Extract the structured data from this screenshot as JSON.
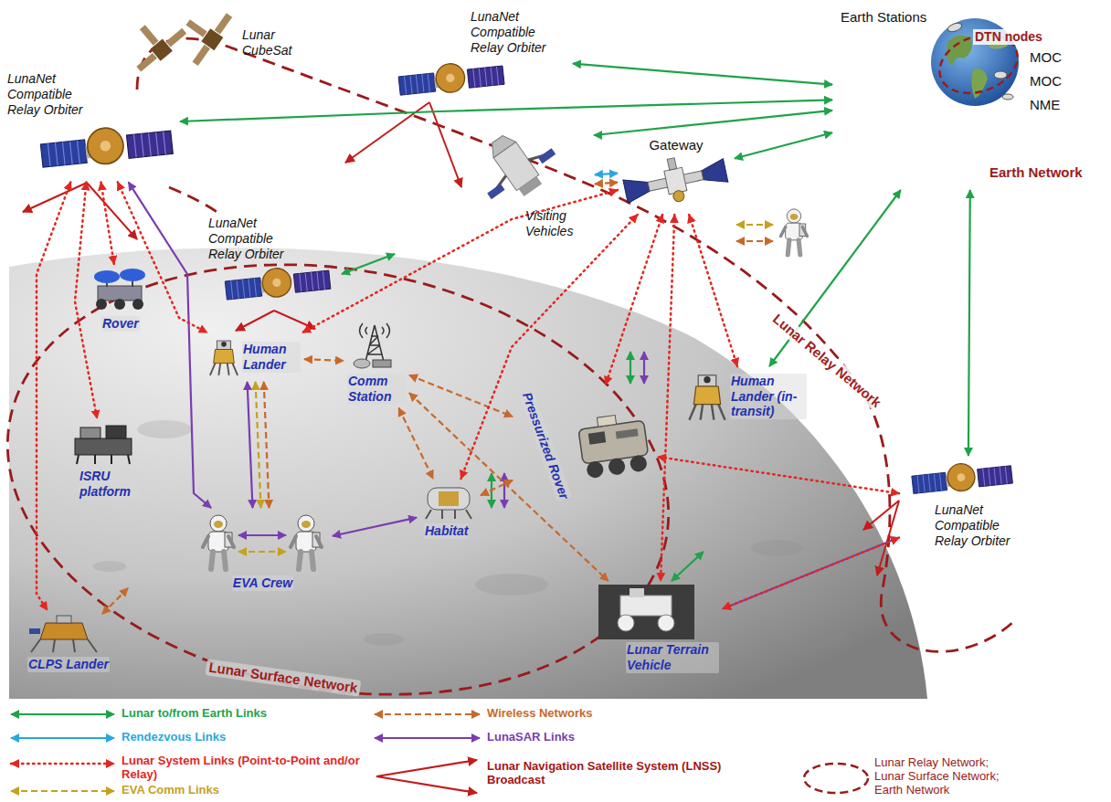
{
  "diagram": {
    "nodes": [
      {
        "text": [
          "Lunar CubeSat"
        ]
      },
      {
        "text": [
          "LunaNet Compatible Relay Orbiter"
        ]
      },
      {
        "text": [
          "LunaNet Compatible Relay Orbiter"
        ]
      },
      {
        "text": [
          "Earth Stations",
          "DTN nodes",
          "MOC",
          "MOC",
          "NME",
          "Earth Network"
        ]
      },
      {
        "text": [
          "Visiting Vehicles"
        ]
      },
      {
        "text": [
          "Gateway"
        ]
      },
      {
        "text": [
          "LunaNet Compatible Relay Orbiter"
        ]
      },
      {
        "text": [
          "Rover"
        ]
      },
      {
        "text": [
          "Human Lander"
        ]
      },
      {
        "text": [
          "Comm Station"
        ]
      },
      {
        "text": [
          "Pressurized Rover"
        ]
      },
      {
        "text": [
          "Human Lander (in-transit)"
        ]
      },
      {
        "text": [
          "ISRU platform"
        ]
      },
      {
        "text": [
          "EVA Crew"
        ]
      },
      {
        "text": [
          "Habitat"
        ]
      },
      {
        "text": [
          "LunaNet Compatible Relay Orbiter"
        ]
      },
      {
        "text": [
          "Lunar Terrain Vehicle"
        ]
      },
      {
        "text": [
          "CLPS Lander"
        ]
      }
    ],
    "edges": [
      {
        "from": 2,
        "to": 3,
        "arrow": "both"
      },
      {
        "from": 1,
        "to": 3,
        "arrow": "both"
      },
      {
        "from": 4,
        "to": 3,
        "arrow": "both"
      },
      {
        "from": 5,
        "to": 3,
        "arrow": "both"
      },
      {
        "from": 3,
        "to": 11,
        "arrow": "both"
      },
      {
        "from": 3,
        "to": 15,
        "arrow": "both"
      },
      {
        "from": 4,
        "to": 5,
        "arrow": "both"
      },
      {
        "from": 4,
        "to": 5,
        "arrow": "both"
      },
      {
        "from": 8,
        "to": 9,
        "arrow": "both"
      },
      {
        "from": 9,
        "to": 10,
        "arrow": "both"
      },
      {
        "from": 9,
        "to": 14,
        "arrow": "both"
      },
      {
        "from": 14,
        "to": 10,
        "arrow": "both"
      },
      {
        "from": 9,
        "to": 16,
        "arrow": "both"
      },
      {
        "from": 8,
        "to": 13,
        "arrow": "both"
      },
      {
        "from": 8,
        "to": 13,
        "arrow": "both"
      },
      {
        "from": 8,
        "to": 13,
        "arrow": "both"
      },
      {
        "from": 1,
        "to": 13,
        "arrow": "both"
      },
      {
        "from": 13,
        "to": 14,
        "arrow": "both"
      },
      {
        "from": 16,
        "to": 15,
        "arrow": "both"
      },
      {
        "from": 1,
        "to": 8,
        "arrow": "both"
      },
      {
        "from": 1,
        "to": 12,
        "arrow": "both"
      },
      {
        "from": 1,
        "to": 17,
        "arrow": "both"
      },
      {
        "from": 1,
        "to": 7,
        "arrow": "both"
      },
      {
        "from": 5,
        "to": 8,
        "arrow": "both"
      },
      {
        "from": 5,
        "to": 14,
        "arrow": "both"
      },
      {
        "from": 5,
        "to": 10,
        "arrow": "both"
      },
      {
        "from": 5,
        "to": 11,
        "arrow": "both"
      },
      {
        "from": 5,
        "to": 16,
        "arrow": "both"
      },
      {
        "from": 15,
        "to": 10,
        "arrow": "both"
      },
      {
        "from": 15,
        "to": 16,
        "arrow": "both"
      }
    ],
    "labels": [
      "Lunar Relay Network",
      "Lunar Surface Network"
    ],
    "legend": [
      {
        "text": "Lunar to/from Earth Links"
      },
      {
        "text": "Rendezvous Links"
      },
      {
        "text": "Lunar System Links (Point-to-Point and/or Relay)"
      },
      {
        "text": "EVA Comm Links"
      },
      {
        "text": "Wireless Networks"
      },
      {
        "text": "LunaSAR Links"
      },
      {
        "text": "Lunar Navigation Satellite System (LNSS) Broadcast"
      },
      {
        "text": "Lunar Relay Network; Lunar Surface Network; Earth Network"
      }
    ]
  }
}
